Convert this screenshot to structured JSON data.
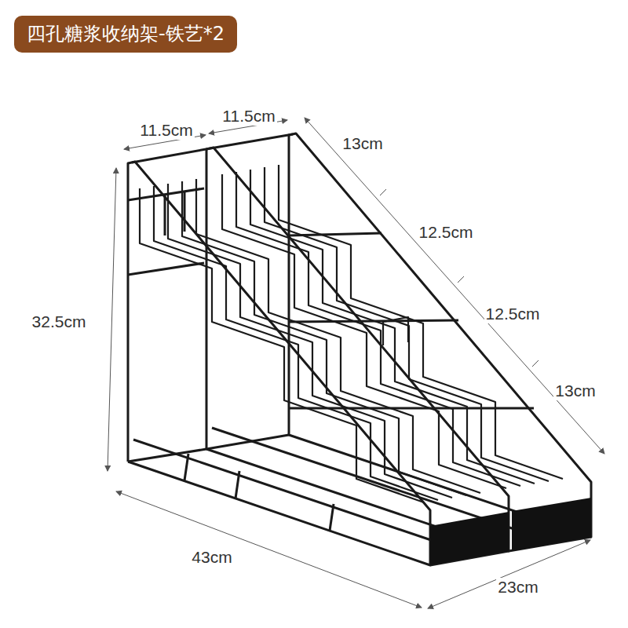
{
  "diagram": {
    "title": "四孔糖浆收纳架-铁艺*2",
    "labels": [
      "11.5cm",
      "11.5cm",
      "13cm",
      "12.5cm",
      "12.5cm",
      "13cm",
      "32.5cm",
      "43cm",
      "23cm"
    ]
  }
}
